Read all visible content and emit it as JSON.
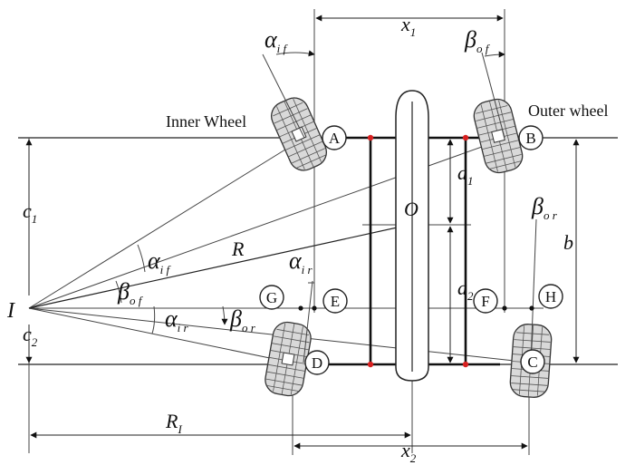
{
  "labels": {
    "inner_wheel": "Inner Wheel",
    "outer_wheel": "Outer wheel",
    "pivot": "I",
    "center": "O",
    "radius": "R",
    "b": "b"
  },
  "points": {
    "A": "A",
    "B": "B",
    "C": "C",
    "D": "D",
    "E": "E",
    "F": "F",
    "G": "G",
    "H": "H"
  },
  "dims": {
    "x1": {
      "main": "x",
      "sub": "1"
    },
    "x2": {
      "main": "x",
      "sub": "2"
    },
    "a1": {
      "main": "a",
      "sub": "1"
    },
    "a2": {
      "main": "a",
      "sub": "2"
    },
    "c1": {
      "main": "c",
      "sub": "1"
    },
    "c2": {
      "main": "c",
      "sub": "2"
    },
    "RI": {
      "main": "R",
      "sub": "I"
    }
  },
  "angles": {
    "alpha_if": {
      "main": "α",
      "sub": "i f"
    },
    "beta_of": {
      "main": "β",
      "sub": "o f"
    },
    "beta_or": {
      "main": "β",
      "sub": "o r"
    },
    "alpha_ir": {
      "main": "α",
      "sub": "i r"
    }
  }
}
